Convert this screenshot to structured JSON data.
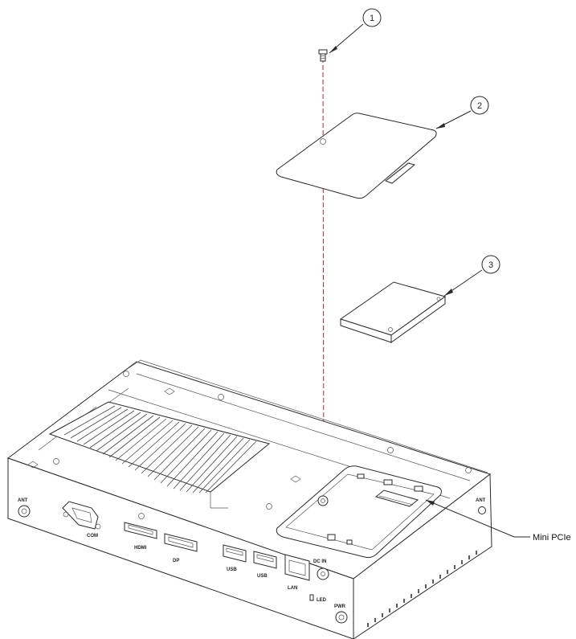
{
  "callouts": {
    "part1": "1",
    "part2": "2",
    "part3": "3",
    "slot_label": "Mini PCIe"
  },
  "ports": {
    "com": "COM",
    "hdmi": "HDMI",
    "dp": "DP",
    "usb_a": "USB",
    "usb_b": "USB",
    "lan": "LAN",
    "power": "DC IN",
    "pwr_btn": "PWR",
    "led": "LED",
    "ant_left": "ANT",
    "ant_right": "ANT"
  },
  "colors": {
    "line": "#2a2a2a",
    "axis": "#cc2222",
    "background": "#ffffff"
  }
}
